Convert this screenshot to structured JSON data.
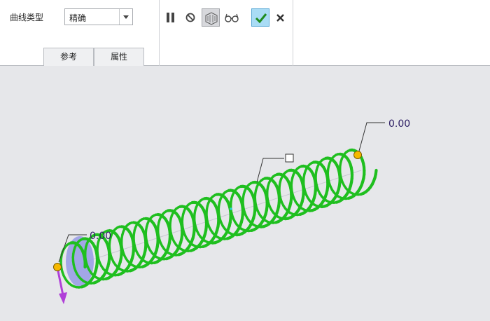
{
  "ribbon": {
    "curve_type_label": "曲线类型",
    "curve_type_value": "精确",
    "tabs": [
      {
        "label": "参考"
      },
      {
        "label": "属性"
      }
    ]
  },
  "toolbar": {
    "pause_icon": "pause-icon",
    "stop_icon": "no-entry-icon",
    "preview_icon": "preview-wireframe-icon",
    "glasses_icon": "glasses-icon",
    "ok_icon": "checkmark-icon",
    "cancel_icon": "close-icon"
  },
  "viewport": {
    "dim_start": "0.00",
    "dim_end": "0.00",
    "colors": {
      "spring": "#1fbf1f",
      "handle": "#f5b800",
      "arrow": "#b040d8",
      "core": "#9a9ee6"
    }
  }
}
